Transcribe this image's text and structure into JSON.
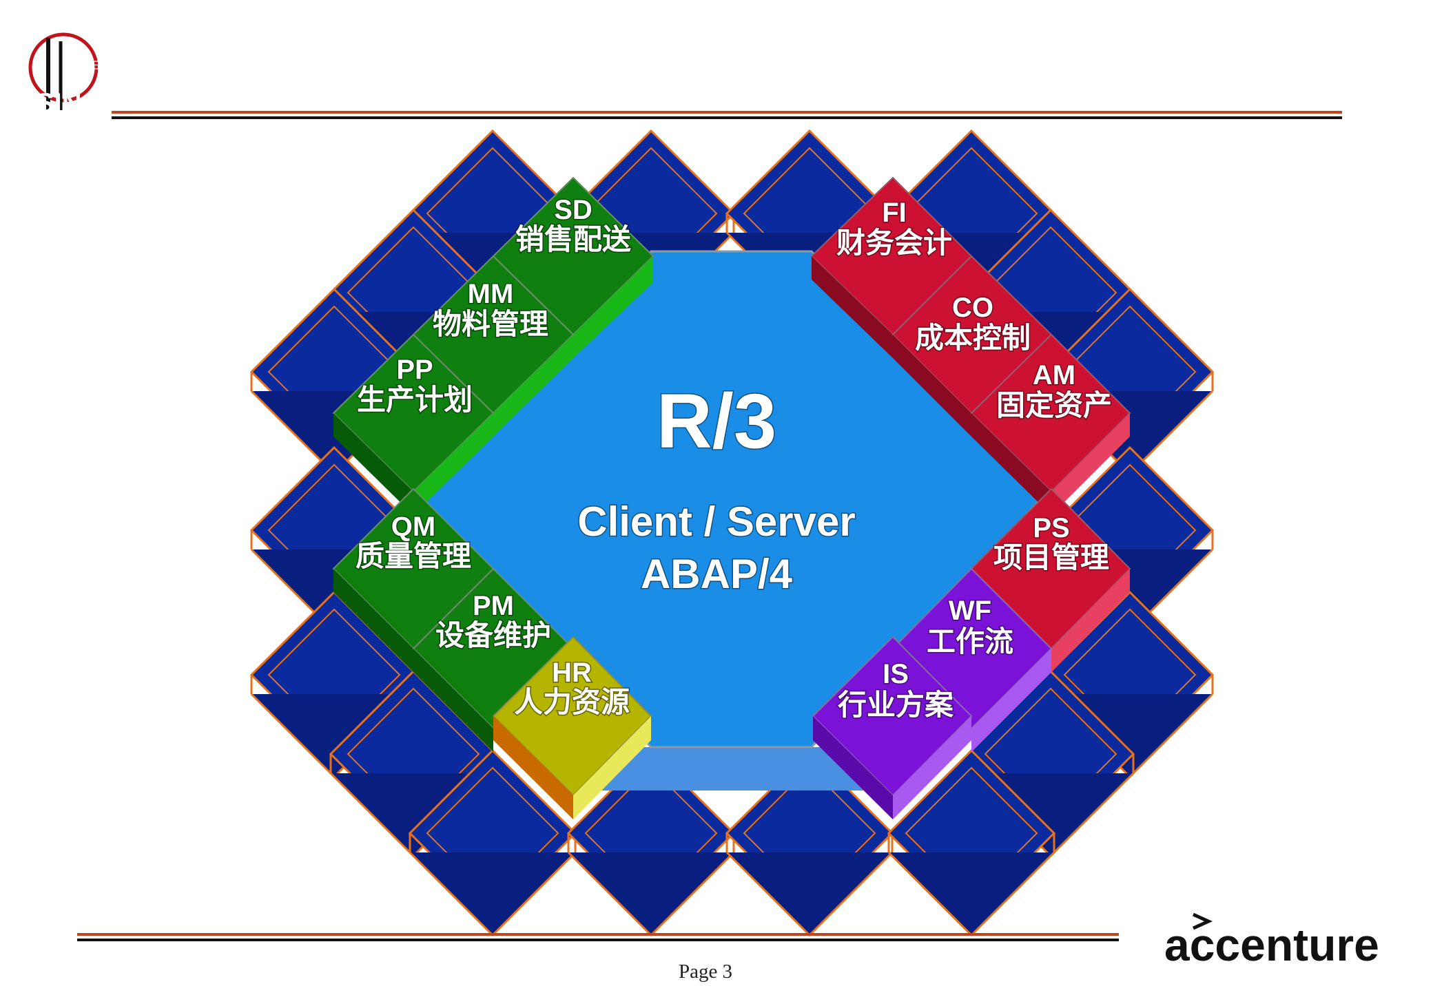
{
  "header": {
    "logo_brand": "SINOPEC",
    "logo_chinese": "中国石化"
  },
  "center": {
    "title": "R/3",
    "line1": "Client / Server",
    "line2": "ABAP/4"
  },
  "modules": {
    "sd": {
      "code": "SD",
      "name": "销售配送"
    },
    "mm": {
      "code": "MM",
      "name": "物料管理"
    },
    "pp": {
      "code": "PP",
      "name": "生产计划"
    },
    "qm": {
      "code": "QM",
      "name": "质量管理"
    },
    "pm": {
      "code": "PM",
      "name": "设备维护"
    },
    "hr": {
      "code": "HR",
      "name": "人力资源"
    },
    "fi": {
      "code": "FI",
      "name": "财务会计"
    },
    "co": {
      "code": "CO",
      "name": "成本控制"
    },
    "am": {
      "code": "AM",
      "name": "固定资产"
    },
    "ps": {
      "code": "PS",
      "name": "项目管理"
    },
    "wf": {
      "code": "WF",
      "name": "工作流"
    },
    "is": {
      "code": "IS",
      "name": "行业方案"
    }
  },
  "footer": {
    "page": "Page 3",
    "company_logo": "accenture"
  },
  "colors": {
    "navy_block": "#0a2a9e",
    "block_outline": "#e8721c",
    "center_blue": "#1a8ee6",
    "green_module": "#0f7f0f",
    "red_module": "#cc1133",
    "purple_module": "#7a12d8",
    "yellow_module": "#b5b500",
    "rule_dark": "#7a2a12"
  }
}
